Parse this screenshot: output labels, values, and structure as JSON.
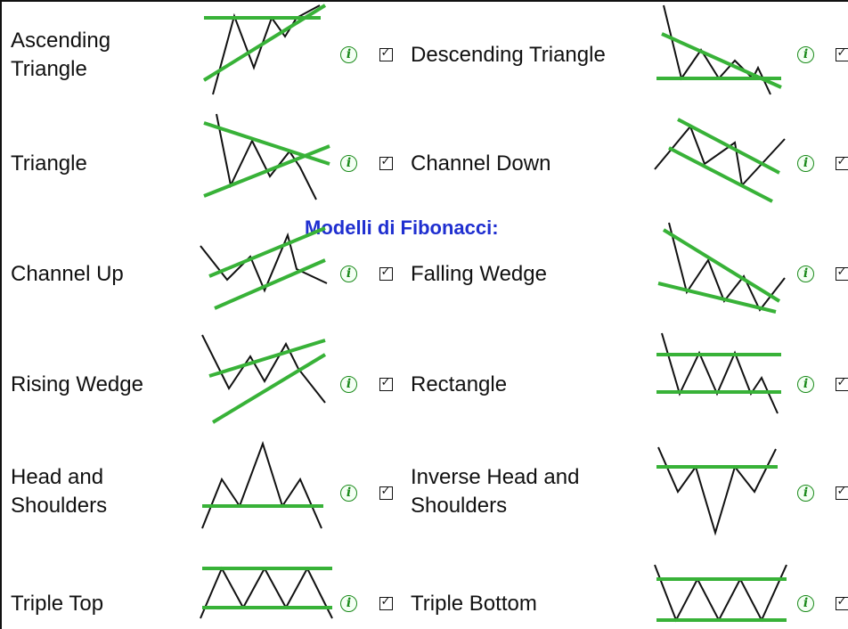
{
  "section_heading": "Modelli di Fibonacci:",
  "info_glyph": "i",
  "check_glyph": "✓",
  "colors": {
    "trend_line": "#38b238",
    "price_line": "#111111",
    "heading": "#1f2fd0",
    "info_icon": "#1a8a1a"
  },
  "patterns": [
    {
      "id": "ascending-triangle",
      "label_lines": [
        "Ascending",
        "Triangle"
      ],
      "checked": true
    },
    {
      "id": "descending-triangle",
      "label_lines": [
        "Descending Triangle"
      ],
      "checked": true
    },
    {
      "id": "triangle",
      "label_lines": [
        "Triangle"
      ],
      "checked": true
    },
    {
      "id": "channel-down",
      "label_lines": [
        "Channel Down"
      ],
      "checked": true
    },
    {
      "id": "channel-up",
      "label_lines": [
        "Channel Up"
      ],
      "checked": true
    },
    {
      "id": "falling-wedge",
      "label_lines": [
        "Falling Wedge"
      ],
      "checked": true
    },
    {
      "id": "rising-wedge",
      "label_lines": [
        "Rising Wedge"
      ],
      "checked": true
    },
    {
      "id": "rectangle",
      "label_lines": [
        "Rectangle"
      ],
      "checked": true
    },
    {
      "id": "head-and-shoulders",
      "label_lines": [
        "Head and",
        "Shoulders"
      ],
      "checked": true
    },
    {
      "id": "inverse-head-and-shoulders",
      "label_lines": [
        "Inverse Head and",
        "Shoulders"
      ],
      "checked": true
    },
    {
      "id": "triple-top",
      "label_lines": [
        "Triple Top"
      ],
      "checked": true
    },
    {
      "id": "triple-bottom",
      "label_lines": [
        "Triple Bottom"
      ],
      "checked": true
    }
  ]
}
